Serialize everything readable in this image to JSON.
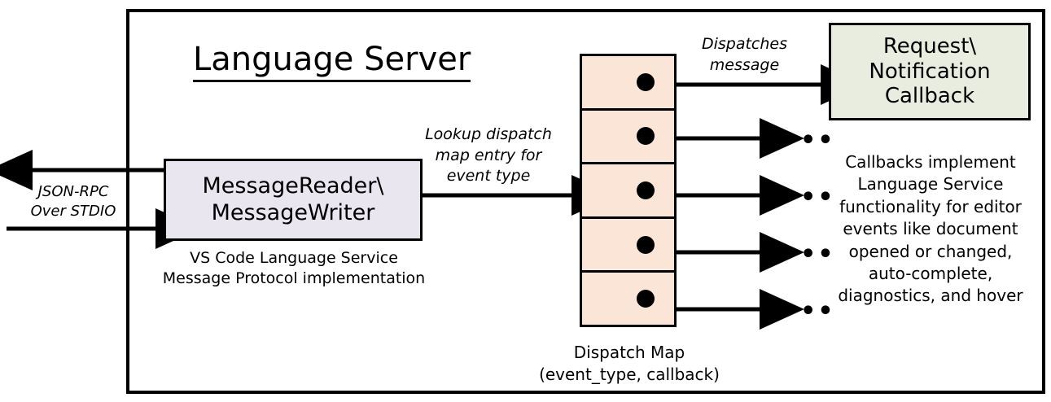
{
  "diagram": {
    "title": "Language Server",
    "outer_container_name": "Language Server"
  },
  "io": {
    "label": "JSON-RPC\nOver STDIO",
    "line1": "JSON-RPC",
    "line2": "Over STDIO",
    "inbound_arrow": "arrow-right-into-message-reader",
    "outbound_arrow": "arrow-left-out-of-language-server"
  },
  "message_box": {
    "line1": "MessageReader\\",
    "line2": "MessageWriter",
    "caption_line1": "VS Code Language Service",
    "caption_line2": "Message Protocol implementation",
    "fill": "#EAE6F0",
    "stroke": "#000000"
  },
  "lookup_edge": {
    "line1": "Lookup dispatch",
    "line2": "map entry for",
    "line3": "event type"
  },
  "dispatch_map": {
    "caption_line1": "Dispatch Map",
    "caption_line2": "(event_type, callback)",
    "fill": "#FBE5D6",
    "stroke": "#000000",
    "row_count": 5,
    "rows": [
      {
        "dot": "callback-pointer-dot",
        "target": "Request\\Notification Callback"
      },
      {
        "dot": "callback-pointer-dot",
        "target": "..."
      },
      {
        "dot": "callback-pointer-dot",
        "target": "..."
      },
      {
        "dot": "callback-pointer-dot",
        "target": "..."
      },
      {
        "dot": "callback-pointer-dot",
        "target": "..."
      }
    ]
  },
  "dispatch_edge": {
    "line1": "Dispatches",
    "line2": "message"
  },
  "callback": {
    "line1": "Request\\",
    "line2": "Notification",
    "line3": "Callback",
    "fill": "#E8EDE0",
    "stroke": "#000000",
    "description_line1": "Callbacks implement",
    "description_line2": "Language Service",
    "description_line3": "functionality for editor",
    "description_line4": "events like document",
    "description_line5": "opened or changed,",
    "description_line6": "auto-complete,",
    "description_line7": "diagnostics, and hover"
  },
  "ellipses": {
    "row2": "•••",
    "row3": "•••",
    "row4": "•••",
    "row5": "•••"
  }
}
